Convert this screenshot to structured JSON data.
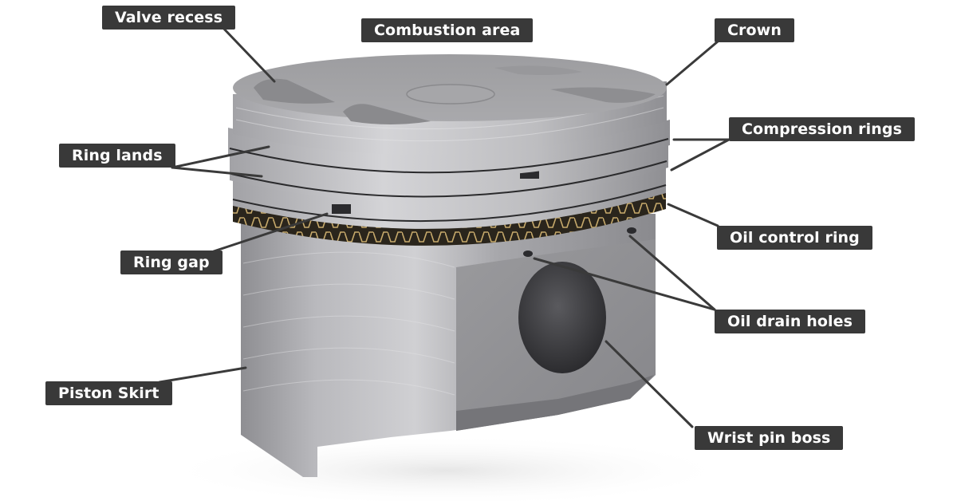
{
  "diagram": {
    "subject": "Piston",
    "colors": {
      "label_bg": "#393939",
      "label_text": "#ffffff",
      "leader_line": "#3a3a3a",
      "metal_light": "#c9c9cb",
      "metal_mid": "#9c9c9f",
      "metal_dark": "#6f6f72",
      "oil_ring_gold": "#b89b5e",
      "background": "#ffffff"
    },
    "labels": [
      {
        "id": "valve_recess",
        "text": "Valve recess"
      },
      {
        "id": "combustion_area",
        "text": "Combustion area"
      },
      {
        "id": "crown",
        "text": "Crown"
      },
      {
        "id": "compression_rings",
        "text": "Compression rings"
      },
      {
        "id": "ring_lands",
        "text": "Ring lands"
      },
      {
        "id": "oil_control_ring",
        "text": "Oil control ring"
      },
      {
        "id": "ring_gap",
        "text": "Ring gap"
      },
      {
        "id": "oil_drain_holes",
        "text": "Oil drain holes"
      },
      {
        "id": "piston_skirt",
        "text": "Piston Skirt"
      },
      {
        "id": "wrist_pin_boss",
        "text": "Wrist pin boss"
      }
    ]
  }
}
